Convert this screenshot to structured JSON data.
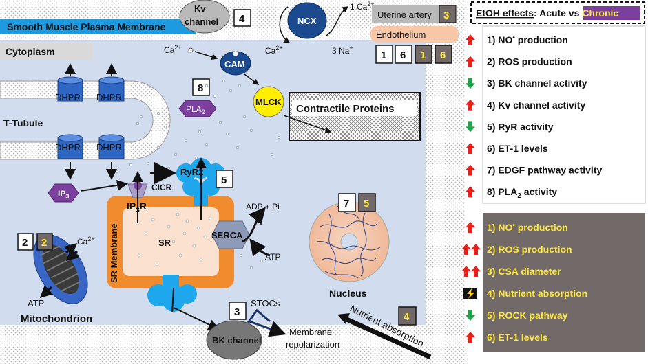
{
  "membrane": {
    "title": "Smooth Muscle Plasma Membrane"
  },
  "cytoplasm": {
    "label": "Cytoplasm"
  },
  "ttubule": {
    "label": "T-Tubule"
  },
  "dhpr": {
    "label": "DHPR"
  },
  "kv": {
    "label1": "Kv",
    "label2": "channel",
    "badge": "4"
  },
  "ncx": {
    "label": "NCX",
    "ca_out": "1 Ca",
    "ca_out_sup": "2+",
    "ca_in": "Ca",
    "ca_in_sup": "2+",
    "na": "3 Na",
    "na_sup": "+"
  },
  "uterine": {
    "label": "Uterine artery",
    "badge": "3"
  },
  "endothelium": {
    "label": "Endothelium",
    "badges": [
      "1",
      "6",
      "1",
      "6"
    ]
  },
  "cam": {
    "label": "CAM",
    "ca": "Ca",
    "ca_sup": "2+"
  },
  "pla2": {
    "label": "PLA",
    "sub": "2",
    "badge": "8"
  },
  "mlck": {
    "label": "MLCK"
  },
  "contractile": {
    "label": "Contractile Proteins"
  },
  "ip3": {
    "label": "IP",
    "sub": "3"
  },
  "cicr": {
    "label": "CICR"
  },
  "ryr2": {
    "label": "RyR2",
    "badge": "5"
  },
  "ip3r": {
    "label_a": "IP",
    "label_sub": "3",
    "label_b": "R"
  },
  "sr": {
    "membrane_label": "SR Membrane",
    "label": "SR"
  },
  "serca": {
    "label": "SERCA",
    "adp": "ADP + Pi",
    "atp": "ATP"
  },
  "mito": {
    "label": "Mitochondrion",
    "ca": "Ca",
    "ca_sup": "2+",
    "atp": "ATP",
    "badges": [
      "2",
      "2"
    ]
  },
  "nucleus": {
    "label": "Nucleus",
    "badges": [
      "7",
      "5"
    ]
  },
  "bk": {
    "label": "BK channel",
    "badge": "3",
    "stocs": "STOCs",
    "repol1": "Membrane",
    "repol2": "repolarization"
  },
  "nutrient": {
    "label": "Nutrient absorption",
    "badge": "4"
  },
  "legend": {
    "title_a": "EtOH effects",
    "title_b": ": Acute vs ",
    "title_c": "Chronic",
    "acute": [
      {
        "n": "1)",
        "text": "NO",
        "sup": "•",
        "rest": " production",
        "sym": "up"
      },
      {
        "n": "2)",
        "text": "ROS production",
        "sym": "up"
      },
      {
        "n": "3)",
        "text": "BK channel activity",
        "sym": "down"
      },
      {
        "n": "4)",
        "text": "Kv channel activity",
        "sym": "up"
      },
      {
        "n": "5)",
        "text": "RyR activity",
        "sym": "down"
      },
      {
        "n": "6)",
        "text": "ET-1 levels",
        "sym": "up"
      },
      {
        "n": "7)",
        "text": "EDGF pathway activity",
        "sym": "up"
      },
      {
        "n": "8)",
        "text": "PLA",
        "sub": "2",
        "rest": " activity",
        "sym": "up"
      }
    ],
    "chronic": [
      {
        "n": "1)",
        "text": "NO",
        "sup": "•",
        "rest": " production",
        "sym": "up"
      },
      {
        "n": "2)",
        "text": "ROS production",
        "sym": "upup"
      },
      {
        "n": "3)",
        "text": "CSA diameter",
        "sym": "upup"
      },
      {
        "n": "4)",
        "text": "Nutrient absorption",
        "sym": "bolt"
      },
      {
        "n": "5)",
        "text": "ROCK pathway",
        "sym": "down"
      },
      {
        "n": "6)",
        "text": "ET-1 levels",
        "sym": "up"
      }
    ]
  },
  "colors": {
    "up": "#e8211d",
    "down": "#21a14a",
    "cell": "#d2dcef",
    "membrane_blue": "#1e9be0",
    "sr": "#f08c2e",
    "chronic_panel": "#716a69"
  }
}
